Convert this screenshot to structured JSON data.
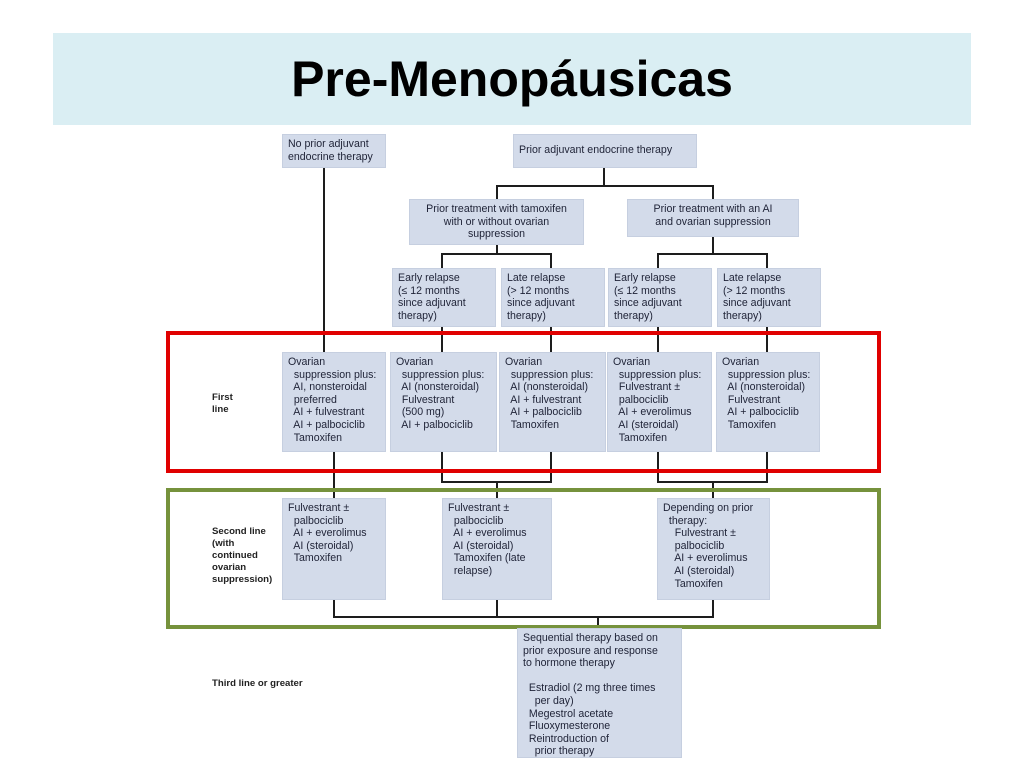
{
  "title": "Pre-Menopáusicas",
  "row_labels": {
    "first_line": "First\nline",
    "second_line": "Second line\n(with\ncontinued\novarian\nsuppression)",
    "third_line": "Third line or greater"
  },
  "nodes": {
    "no_prior": "No prior adjuvant\nendocrine therapy",
    "prior_adjuvant": "Prior adjuvant endocrine therapy",
    "prior_tamoxifen": "Prior treatment with tamoxifen\nwith or without ovarian\nsuppression",
    "prior_ai": "Prior treatment with an AI\nand ovarian suppression",
    "early_relapse_1": "Early relapse\n(≤ 12 months\nsince adjuvant\ntherapy)",
    "late_relapse_1": "Late relapse\n(> 12 months\nsince adjuvant\ntherapy)",
    "early_relapse_2": "Early relapse\n(≤ 12 months\nsince adjuvant\ntherapy)",
    "late_relapse_2": "Late relapse\n(> 12 months\nsince adjuvant\ntherapy)",
    "first_1": "Ovarian\n  suppression plus:\n  AI, nonsteroidal\n  preferred\n  AI + fulvestrant\n  AI + palbociclib\n  Tamoxifen",
    "first_2": "Ovarian\n  suppression plus:\n  AI (nonsteroidal)\n  Fulvestrant\n  (500 mg)\n  AI + palbociclib",
    "first_3": "Ovarian\n  suppression plus:\n  AI (nonsteroidal)\n  AI + fulvestrant\n  AI + palbociclib\n  Tamoxifen",
    "first_4": "Ovarian\n  suppression plus:\n  Fulvestrant ±\n  palbociclib\n  AI + everolimus\n  AI (steroidal)\n  Tamoxifen",
    "first_5": "Ovarian\n  suppression plus:\n  AI (nonsteroidal)\n  Fulvestrant\n  AI + palbociclib\n  Tamoxifen",
    "second_1": "Fulvestrant ±\n  palbociclib\n  AI + everolimus\n  AI (steroidal)\n  Tamoxifen",
    "second_2": "Fulvestrant ±\n  palbociclib\n  AI + everolimus\n  AI (steroidal)\n  Tamoxifen (late\n  relapse)",
    "second_3": "Depending on prior\n  therapy:\n    Fulvestrant ±\n    palbociclib\n    AI + everolimus\n    AI (steroidal)\n    Tamoxifen",
    "third": "Sequential therapy based on\nprior exposure and response\nto hormone therapy\n\n  Estradiol (2 mg three times\n    per day)\n  Megestrol acetate\n  Fluoxymesterone\n  Reintroduction of\n    prior therapy"
  },
  "colors": {
    "title_background": "#daeef3",
    "box_fill": "#d3dbea",
    "first_line_frame": "#e00000",
    "second_line_frame": "#76923c",
    "connector": "#1d1d1d"
  }
}
